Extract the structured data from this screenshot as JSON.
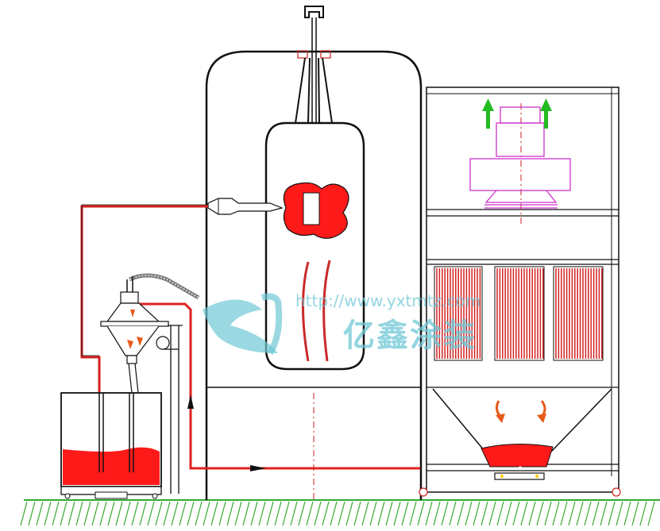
{
  "watermark": {
    "url": "http://www.yxtmtz.com",
    "brand": "亿鑫涂装"
  },
  "colors": {
    "powder": "#ff1a1a",
    "pipe": "#d42020",
    "outline": "#111111",
    "fan": "#cc33cc",
    "airflow": "#22bb22",
    "ground": "#33aa33",
    "watermark": "#6fc7d6"
  },
  "components": [
    "spray-booth",
    "powder-hopper-tank",
    "sieving-machine",
    "cartridge-filters",
    "exhaust-fan",
    "recovery-cone"
  ]
}
